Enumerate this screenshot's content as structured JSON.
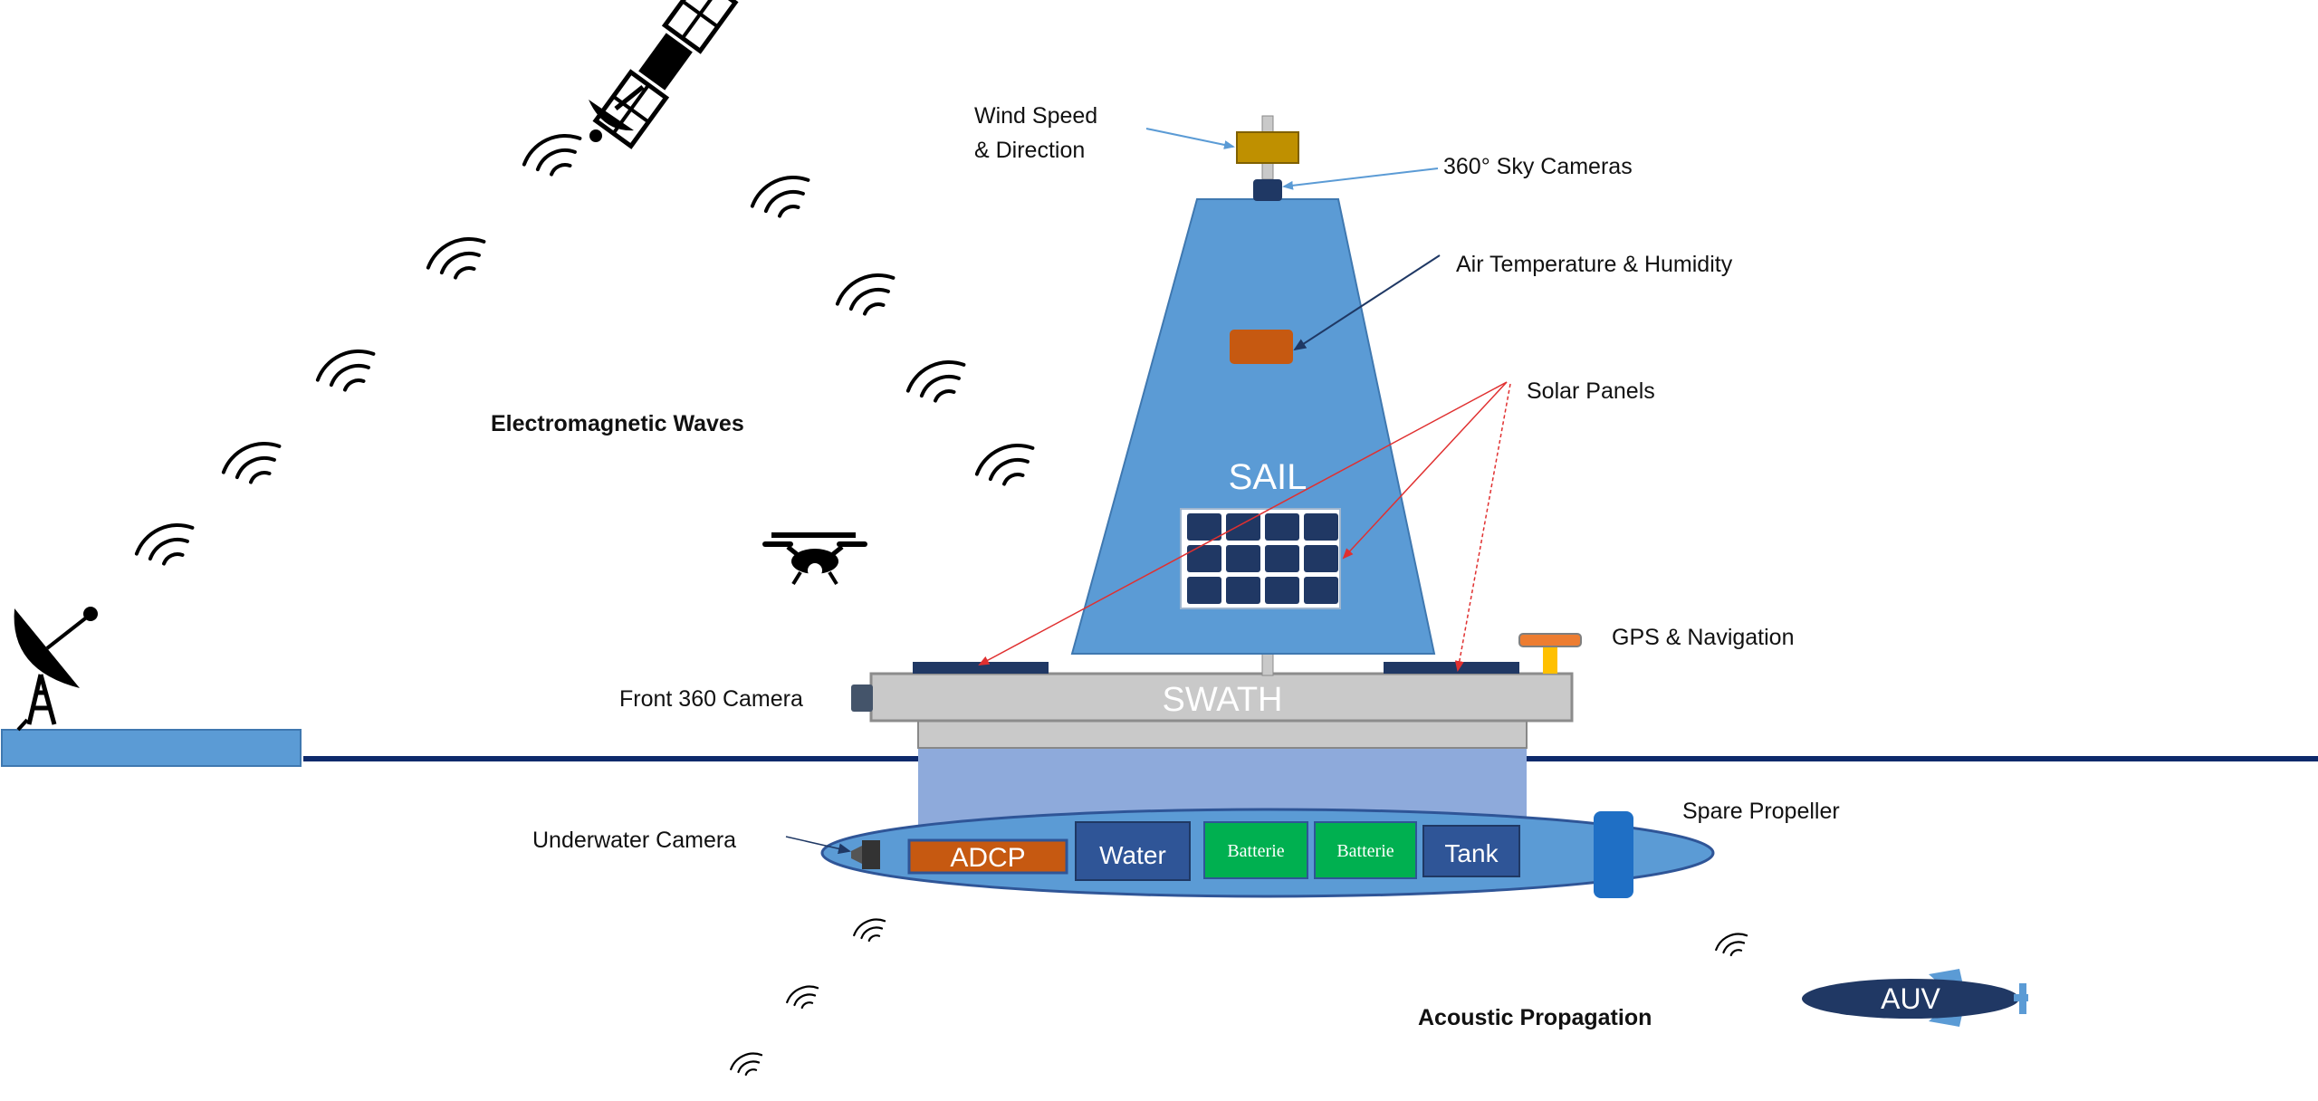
{
  "labels": {
    "wind": [
      "Wind Speed",
      "& Direction"
    ],
    "sky_cameras": "360° Sky Cameras",
    "air_temp": "Air Temperature & Humidity",
    "solar_panels": "Solar Panels",
    "electromagnetic_waves": "Electromagnetic Waves",
    "gps": "GPS & Navigation",
    "front_camera": "Front 360 Camera",
    "spare_propeller": "Spare Propeller",
    "underwater_camera": "Underwater Camera",
    "acoustic_propagation": "Acoustic Propagation"
  },
  "vessel": {
    "sail": "SAIL",
    "swath": "SWATH",
    "modules": [
      "ADCP",
      "Water",
      "Batterie",
      "Batterie",
      "Tank"
    ]
  },
  "auv": "AUV",
  "colors": {
    "sail": "#5B9BD5",
    "sail_edge": "#3f78b0",
    "swath": "#C9C9C9",
    "hull": "#5B9BD5",
    "keel": "#8EAADB",
    "water_line": "#0E2A6B",
    "adcp": "#C65911",
    "module_dark": "#2F5597",
    "battery": "#00B050",
    "dark_navy": "#203864",
    "gps": "#ED7D31",
    "gps_mast": "#FFC000",
    "wind_sensor": "#BF9000",
    "arrow_red": "#E03030",
    "arrow_blue": "#5B9BD5",
    "arrow_navy": "#1F3864"
  },
  "icons": [
    "satellite-icon",
    "drone-icon",
    "ground-station-icon",
    "signal-wave-icon"
  ]
}
